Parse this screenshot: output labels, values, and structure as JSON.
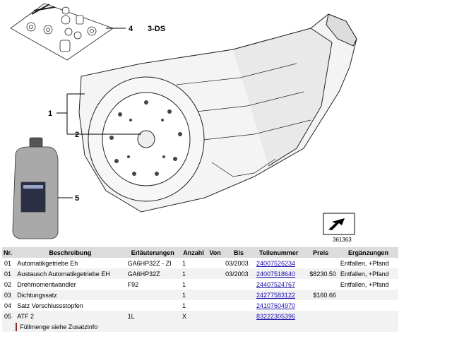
{
  "diagram": {
    "callouts": [
      "4",
      "3-DS",
      "1",
      "2",
      "5"
    ],
    "image_id": "361363"
  },
  "table": {
    "headers": [
      "Nr.",
      "Beschreibung",
      "Erläuterungen",
      "Anzahl",
      "Von",
      "Bis",
      "Teilenummer",
      "Preis",
      "Ergänzungen"
    ],
    "rows": [
      {
        "nr": "01",
        "desc": "Automatikgetriebe Eh",
        "expl": "GA6HP32Z - ZI",
        "qty": "1",
        "from": "",
        "to": "03/2003",
        "part": "24007526234",
        "price": "",
        "extra": "Entfallen, +Pfand"
      },
      {
        "nr": "01",
        "desc": "Austausch Automatikgetriebe EH",
        "expl": "GA6HP32Z",
        "qty": "1",
        "from": "",
        "to": "03/2003",
        "part": "24007518640",
        "price": "$8230.50",
        "extra": "Entfallen, +Pfand"
      },
      {
        "nr": "02",
        "desc": "Drehmomentwandler",
        "expl": "F92",
        "qty": "1",
        "from": "",
        "to": "",
        "part": "24407524767",
        "price": "",
        "extra": "Entfallen, +Pfand"
      },
      {
        "nr": "03",
        "desc": "Dichtungssatz",
        "expl": "",
        "qty": "1",
        "from": "",
        "to": "",
        "part": "24277583122",
        "price": "$160.66",
        "extra": ""
      },
      {
        "nr": "04",
        "desc": "Satz Verschlussstopfen",
        "expl": "",
        "qty": "1",
        "from": "",
        "to": "",
        "part": "24107604970",
        "price": "",
        "extra": ""
      },
      {
        "nr": "05",
        "desc": "ATF 2",
        "expl": "1L",
        "qty": "X",
        "from": "",
        "to": "",
        "part": "83222305396",
        "price": "",
        "extra": ""
      }
    ],
    "note": "Füllmenge siehe Zusatzinfo"
  }
}
